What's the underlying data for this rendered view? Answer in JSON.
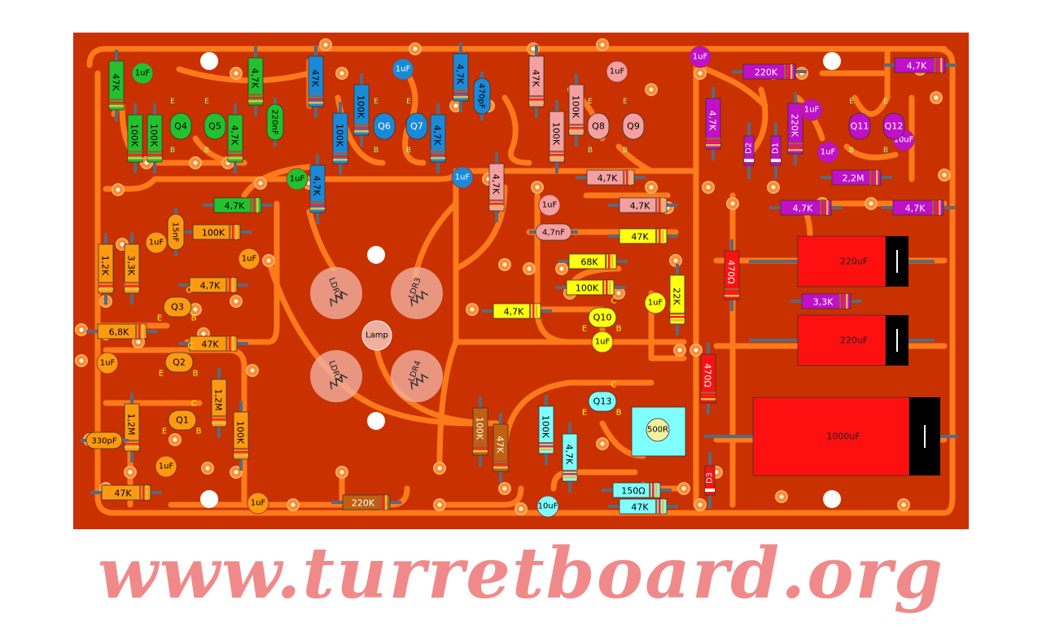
{
  "colors": {
    "board": "#c93100",
    "trace": "#ff7a1a",
    "pad": "#ff8a2a",
    "hole": "#ffffff",
    "lead": "#5a6a7a",
    "watermark": "#f08a8a",
    "green": "#22c22e",
    "blue": "#1a8ad8",
    "pink": "#f5a0a0",
    "magenta": "#c010c8",
    "orange": "#ff9a10",
    "yellow": "#ffff10",
    "cyan": "#7fffff",
    "brown": "#c06010",
    "red": "#ff1010",
    "ldr": "#f0b0a0"
  },
  "watermark": "www.turretboard.org",
  "transistor_pins": {
    "e": "E",
    "b": "B",
    "c": "C"
  },
  "resistors": [
    {
      "label": "47K",
      "color": "green"
    },
    {
      "label": "100K",
      "color": "green"
    },
    {
      "label": "100K",
      "color": "green"
    },
    {
      "label": "4,7K",
      "color": "green"
    },
    {
      "label": "4,7K",
      "color": "green"
    },
    {
      "label": "4,7K",
      "color": "green"
    },
    {
      "label": "47K",
      "color": "blue"
    },
    {
      "label": "100K",
      "color": "blue"
    },
    {
      "label": "100K",
      "color": "blue"
    },
    {
      "label": "4,7K",
      "color": "blue"
    },
    {
      "label": "4,7K",
      "color": "blue"
    },
    {
      "label": "4,7K",
      "color": "blue"
    },
    {
      "label": "47K",
      "color": "pink"
    },
    {
      "label": "100K",
      "color": "pink"
    },
    {
      "label": "100K",
      "color": "pink"
    },
    {
      "label": "4,7K",
      "color": "pink"
    },
    {
      "label": "4,7K",
      "color": "pink"
    },
    {
      "label": "4,7K",
      "color": "pink"
    },
    {
      "label": "220K",
      "color": "magenta"
    },
    {
      "label": "4,7K",
      "color": "magenta"
    },
    {
      "label": "4,7K",
      "color": "magenta"
    },
    {
      "label": "220K",
      "color": "magenta"
    },
    {
      "label": "2,2M",
      "color": "magenta"
    },
    {
      "label": "4,7K",
      "color": "magenta"
    },
    {
      "label": "4,7K",
      "color": "magenta"
    },
    {
      "label": "3,3K",
      "color": "magenta"
    },
    {
      "label": "100K",
      "color": "orange"
    },
    {
      "label": "1,2K",
      "color": "orange"
    },
    {
      "label": "3,3K",
      "color": "orange"
    },
    {
      "label": "4,7K",
      "color": "orange"
    },
    {
      "label": "6,8K",
      "color": "orange"
    },
    {
      "label": "47K",
      "color": "orange"
    },
    {
      "label": "1,2M",
      "color": "orange"
    },
    {
      "label": "1,2M",
      "color": "orange"
    },
    {
      "label": "100K",
      "color": "orange"
    },
    {
      "label": "47K",
      "color": "orange"
    },
    {
      "label": "47K",
      "color": "yellow"
    },
    {
      "label": "68K",
      "color": "yellow"
    },
    {
      "label": "100K",
      "color": "yellow"
    },
    {
      "label": "4,7K",
      "color": "yellow"
    },
    {
      "label": "22K",
      "color": "yellow"
    },
    {
      "label": "100K",
      "color": "cyan"
    },
    {
      "label": "4,7K",
      "color": "cyan"
    },
    {
      "label": "150Ω",
      "color": "cyan"
    },
    {
      "label": "47K",
      "color": "cyan"
    },
    {
      "label": "100K",
      "color": "brown"
    },
    {
      "label": "47K",
      "color": "brown"
    },
    {
      "label": "220K",
      "color": "brown"
    },
    {
      "label": "470Ω",
      "color": "red"
    },
    {
      "label": "470Ω",
      "color": "red"
    }
  ],
  "capacitors": [
    {
      "label": "1uF",
      "color": "green"
    },
    {
      "label": "1uF",
      "color": "green"
    },
    {
      "label": "1uF",
      "color": "blue"
    },
    {
      "label": "1uF",
      "color": "blue"
    },
    {
      "label": "1uF",
      "color": "pink"
    },
    {
      "label": "1uF",
      "color": "pink"
    },
    {
      "label": "1uF",
      "color": "magenta"
    },
    {
      "label": "1uF",
      "color": "magenta"
    },
    {
      "label": "1uF",
      "color": "magenta"
    },
    {
      "label": "10uF",
      "color": "magenta"
    },
    {
      "label": "1uF",
      "color": "orange"
    },
    {
      "label": "1uF",
      "color": "orange"
    },
    {
      "label": "1uF",
      "color": "orange"
    },
    {
      "label": "1uF",
      "color": "orange"
    },
    {
      "label": "1uF",
      "color": "orange"
    },
    {
      "label": "1uF",
      "color": "yellow"
    },
    {
      "label": "1uF",
      "color": "yellow"
    },
    {
      "label": "10uF",
      "color": "cyan"
    }
  ],
  "film_caps": [
    {
      "label": "220nF",
      "color": "green"
    },
    {
      "label": "470pF",
      "color": "blue"
    },
    {
      "label": "4,7nF",
      "color": "pink"
    },
    {
      "label": "15nF",
      "color": "orange"
    },
    {
      "label": "330pF",
      "color": "orange"
    }
  ],
  "transistors": [
    {
      "label": "Q4",
      "color": "green"
    },
    {
      "label": "Q5",
      "color": "green"
    },
    {
      "label": "Q6",
      "color": "blue"
    },
    {
      "label": "Q7",
      "color": "blue"
    },
    {
      "label": "Q8",
      "color": "pink"
    },
    {
      "label": "Q9",
      "color": "pink"
    },
    {
      "label": "Q11",
      "color": "magenta"
    },
    {
      "label": "Q12",
      "color": "magenta"
    },
    {
      "label": "Q3",
      "color": "orange"
    },
    {
      "label": "Q2",
      "color": "orange"
    },
    {
      "label": "Q1",
      "color": "orange"
    },
    {
      "label": "Q10",
      "color": "yellow"
    },
    {
      "label": "Q13",
      "color": "cyan"
    }
  ],
  "diodes": [
    {
      "label": "D2"
    },
    {
      "label": "D1"
    },
    {
      "label": "D3"
    }
  ],
  "ldrs": [
    {
      "label": "LDR2"
    },
    {
      "label": "LDR3"
    },
    {
      "label": "LDR1"
    },
    {
      "label": "LDR4"
    }
  ],
  "lamp": {
    "label": "Lamp"
  },
  "trimmer": {
    "label": "500R"
  },
  "electrolytics": [
    {
      "label": "220uF"
    },
    {
      "label": "220uF"
    },
    {
      "label": "1000uF"
    }
  ]
}
